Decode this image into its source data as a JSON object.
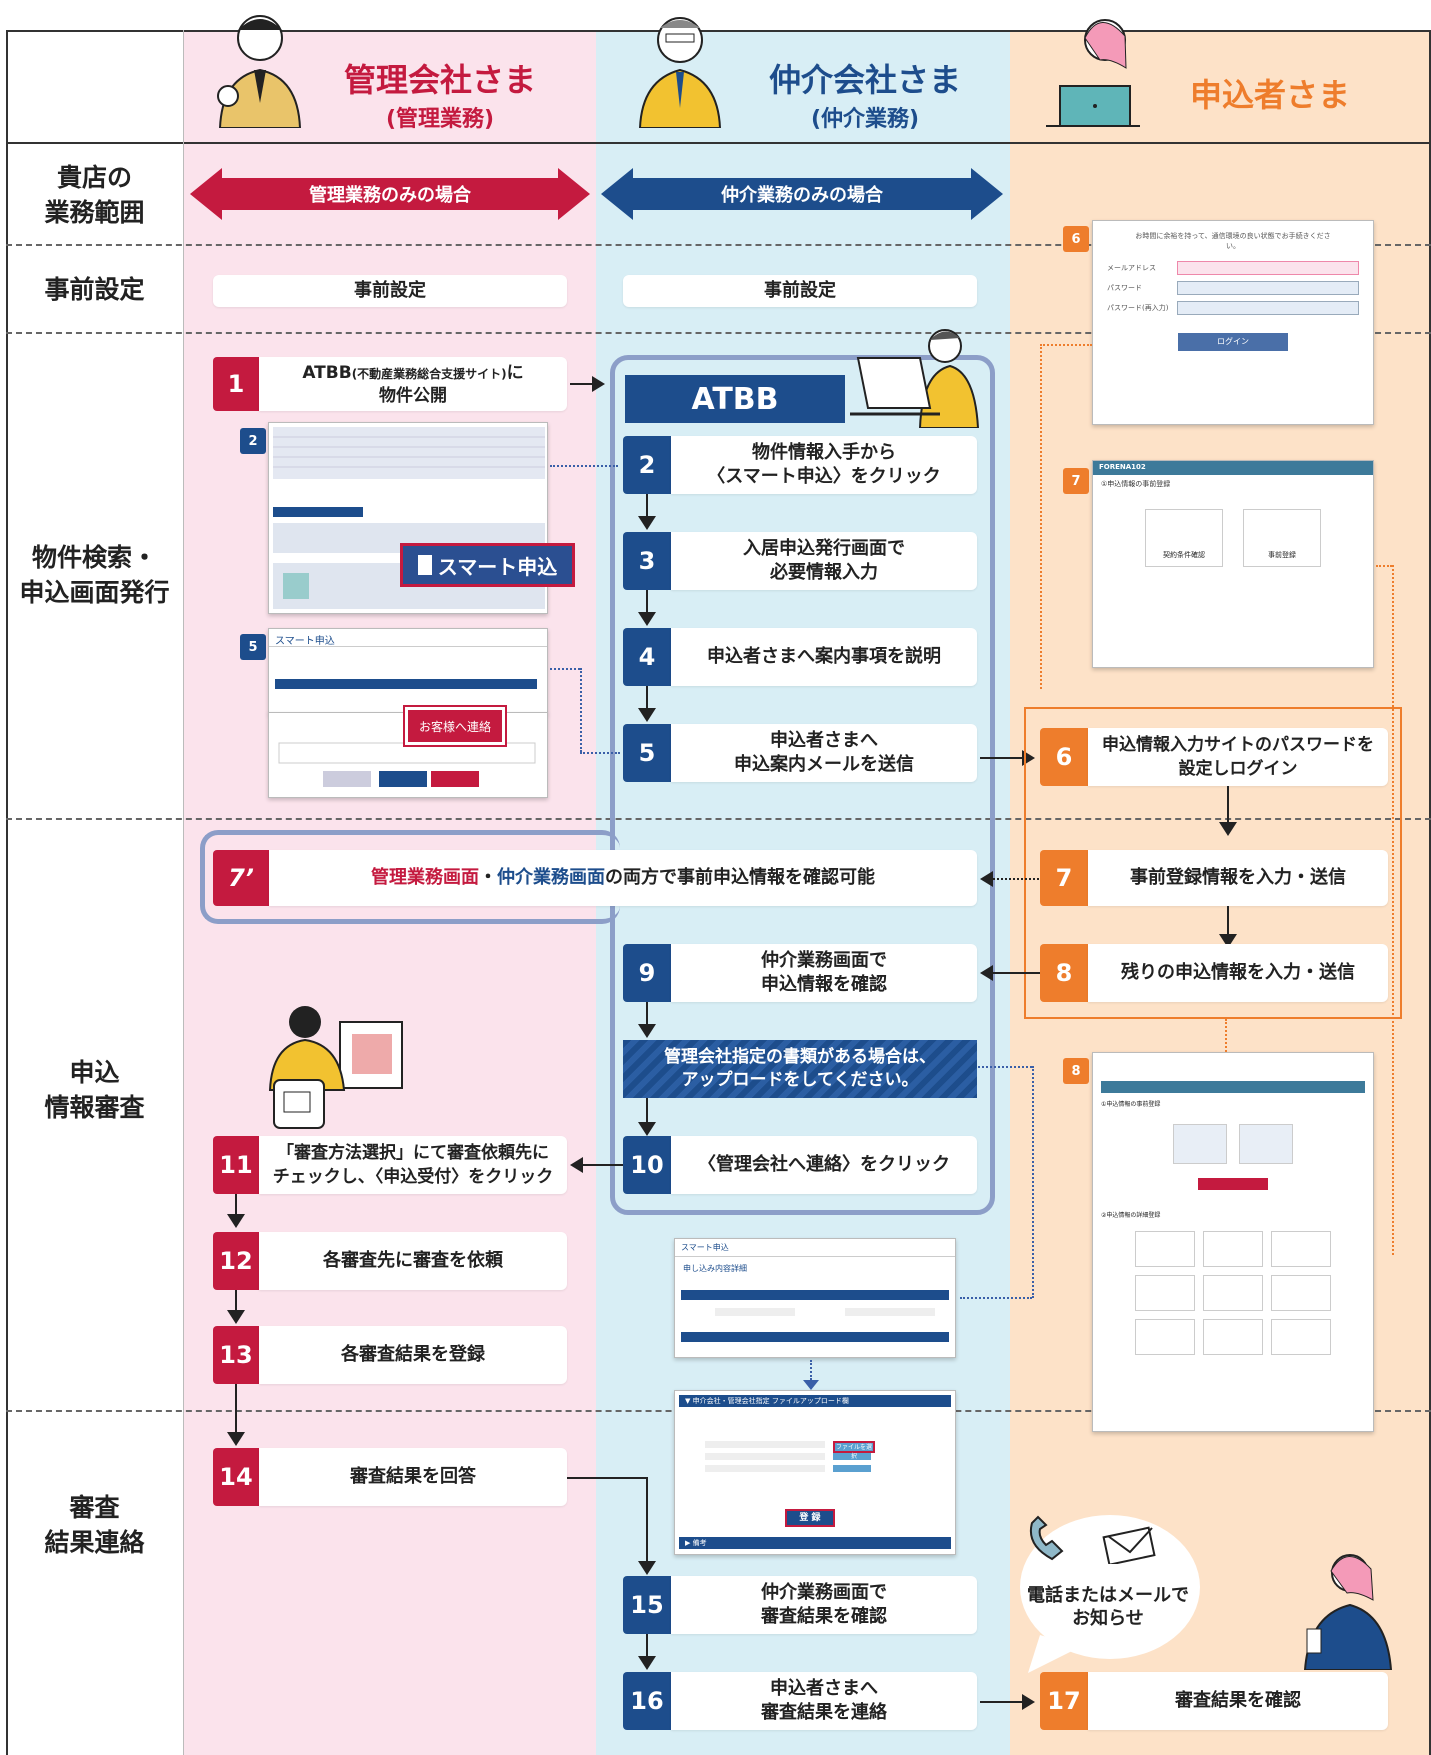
{
  "header": {
    "management": {
      "title": "管理会社さま",
      "sub": "(管理業務)"
    },
    "brokerage": {
      "title": "仲介会社さま",
      "sub": "(仲介業務)"
    },
    "applicant": {
      "title": "申込者さま"
    }
  },
  "rows": {
    "scope": "貴店の\n業務範囲",
    "presetting": "事前設定",
    "search": "物件検索・\n申込画面発行",
    "review": "申込\n情報審査",
    "result": "審査\n結果連絡"
  },
  "scope": {
    "management_only": "管理業務のみの場合",
    "brokerage_only": "仲介業務のみの場合"
  },
  "presetting": {
    "management": "事前設定",
    "brokerage": "事前設定"
  },
  "atbb_label": "ATBB",
  "steps": {
    "s1": {
      "num": "1",
      "text1": "ATBB",
      "text1_small": "(不動産業務総合支援サイト)",
      "text1_end": "に",
      "text2": "物件公開"
    },
    "s2": {
      "num": "2",
      "text": "物件情報入手から\n〈スマート申込〉をクリック"
    },
    "s3": {
      "num": "3",
      "text": "入居申込発行画面で\n必要情報入力"
    },
    "s4": {
      "num": "4",
      "text": "申込者さまへ案内事項を説明"
    },
    "s5": {
      "num": "5",
      "text": "申込者さまへ\n申込案内メールを送信"
    },
    "s6": {
      "num": "6",
      "text": "申込情報入力サイトのパスワードを\n設定しログイン"
    },
    "s7p": {
      "num": "7’",
      "part1": "管理業務画面",
      "part2": "・",
      "part3": "仲介業務画面",
      "part4": "の両方で事前申込情報を確認可能"
    },
    "s7": {
      "num": "7",
      "text": "事前登録情報を入力・送信"
    },
    "s8": {
      "num": "8",
      "text": "残りの申込情報を入力・送信"
    },
    "s9": {
      "num": "9",
      "text": "仲介業務画面で\n申込情報を確認"
    },
    "upload": {
      "text": "管理会社指定の書類がある場合は、\nアップロードをしてください。"
    },
    "s10": {
      "num": "10",
      "text": "〈管理会社へ連絡〉をクリック"
    },
    "s11": {
      "num": "11",
      "text": "「審査方法選択」にて審査依頼先に\nチェックし、〈申込受付〉をクリック"
    },
    "s12": {
      "num": "12",
      "text": "各審査先に審査を依頼"
    },
    "s13": {
      "num": "13",
      "text": "各審査結果を登録"
    },
    "s14": {
      "num": "14",
      "text": "審査結果を回答"
    },
    "s15": {
      "num": "15",
      "text": "仲介業務画面で\n審査結果を確認"
    },
    "s16": {
      "num": "16",
      "text": "申込者さまへ\n審査結果を連絡"
    },
    "s17": {
      "num": "17",
      "text": "審査結果を確認"
    }
  },
  "notify": "電話またはメールで\nお知らせ",
  "screens": {
    "smart_button": "スマート申込",
    "contact_button": "お客様へ連絡",
    "smart_title": "スマート申込",
    "login_btn": "ログイン",
    "forena": "FORENA102",
    "register_btn": "登 録",
    "file_select": "ファイルを選択",
    "mail_label": "メールアドレス",
    "pw_label": "パスワード",
    "pw2_label": "パスワード(再入力)",
    "login_note": "お時間に余裕を持って、通信環境の良い状態でお手続きください。",
    "pre_reg": "①申込情報の事前登録",
    "detail_reg": "②申込情報の詳細登録",
    "contract_confirm": "契約条件確認",
    "pre_register": "事前登録",
    "upload_header": "▼ 申介会社・管理会社指定 ファイルアップロード欄",
    "remarks": "▶ 備考",
    "app_detail": "申し込み内容詳細",
    "screen_nums": {
      "a": "2",
      "b": "5",
      "c": "6",
      "d": "7",
      "e": "8"
    }
  },
  "colors": {
    "red": "#c41a3f",
    "blue": "#1d4d8c",
    "orange": "#ee7d2c"
  }
}
